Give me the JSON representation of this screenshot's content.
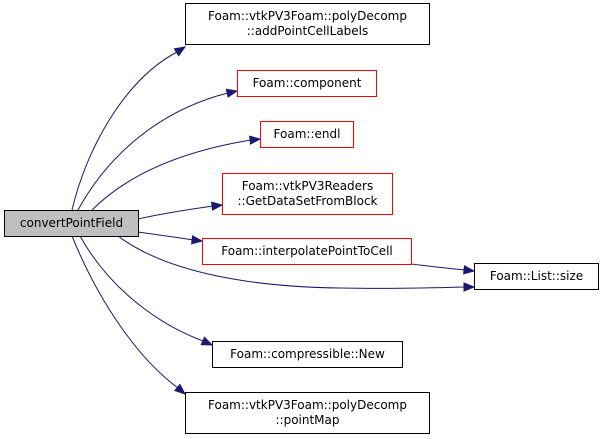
{
  "graph": {
    "colors": {
      "root_fill": "#bfbfbf",
      "root_border": "#000000",
      "plain_border": "#000000",
      "link_border": "#ff0000",
      "edge": "#191970",
      "background": "#ffffff"
    },
    "nodes": [
      {
        "id": "convertPointField",
        "label": [
          "convertPointField"
        ],
        "kind": "root"
      },
      {
        "id": "addPointCellLabels",
        "label": [
          "Foam::vtkPV3Foam::polyDecomp",
          "::addPointCellLabels"
        ],
        "kind": "plain"
      },
      {
        "id": "component",
        "label": [
          "Foam::component"
        ],
        "kind": "link"
      },
      {
        "id": "endl",
        "label": [
          "Foam::endl"
        ],
        "kind": "link"
      },
      {
        "id": "GetDataSetFromBlock",
        "label": [
          "Foam::vtkPV3Readers",
          "::GetDataSetFromBlock"
        ],
        "kind": "link"
      },
      {
        "id": "interpolatePointToCell",
        "label": [
          "Foam::interpolatePointToCell"
        ],
        "kind": "link"
      },
      {
        "id": "size",
        "label": [
          "Foam::List::size"
        ],
        "kind": "plain"
      },
      {
        "id": "New",
        "label": [
          "Foam::compressible::New"
        ],
        "kind": "plain"
      },
      {
        "id": "pointMap",
        "label": [
          "Foam::vtkPV3Foam::polyDecomp",
          "::pointMap"
        ],
        "kind": "plain"
      }
    ],
    "edges": [
      {
        "from": "convertPointField",
        "to": "addPointCellLabels"
      },
      {
        "from": "convertPointField",
        "to": "component"
      },
      {
        "from": "convertPointField",
        "to": "endl"
      },
      {
        "from": "convertPointField",
        "to": "GetDataSetFromBlock"
      },
      {
        "from": "convertPointField",
        "to": "interpolatePointToCell"
      },
      {
        "from": "convertPointField",
        "to": "size"
      },
      {
        "from": "convertPointField",
        "to": "New"
      },
      {
        "from": "convertPointField",
        "to": "pointMap"
      },
      {
        "from": "interpolatePointToCell",
        "to": "size"
      }
    ]
  }
}
